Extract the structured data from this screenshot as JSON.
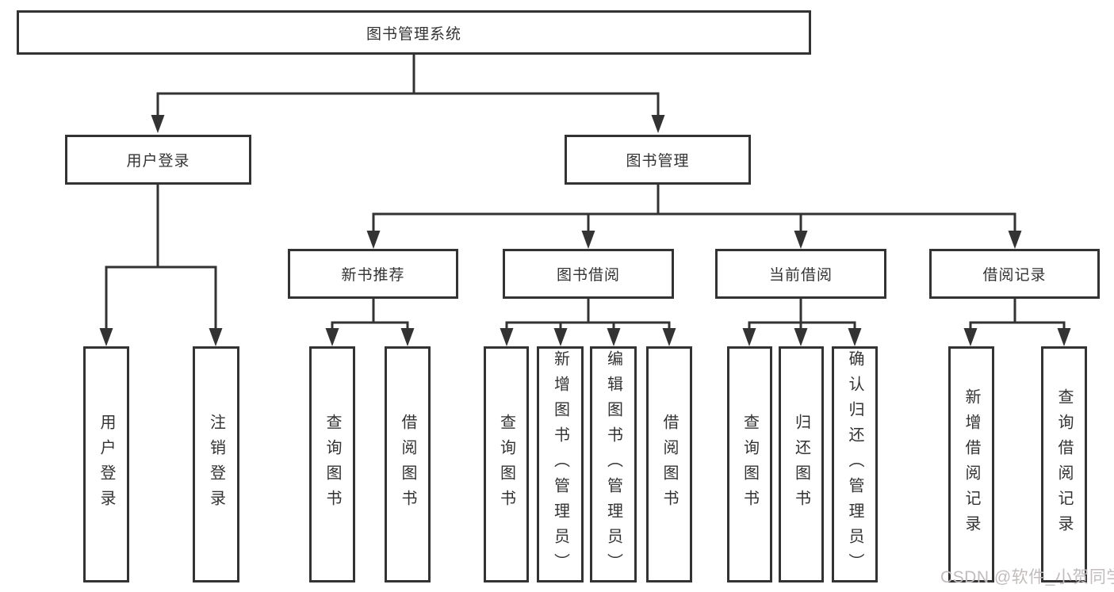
{
  "diagram": {
    "root": "图书管理系统",
    "branches": [
      {
        "label": "用户登录",
        "children": [
          "用户登录",
          "注销登录"
        ]
      },
      {
        "label": "图书管理",
        "children": [
          {
            "label": "新书推荐",
            "children": [
              "查询图书",
              "借阅图书"
            ]
          },
          {
            "label": "图书借阅",
            "children": [
              "查询图书",
              "新增图书（管理员）",
              "编辑图书（管理员）",
              "借阅图书"
            ]
          },
          {
            "label": "当前借阅",
            "children": [
              "查询图书",
              "归还图书",
              "确认归还（管理员）"
            ]
          },
          {
            "label": "借阅记录",
            "children": [
              "新增借阅记录",
              "查询借阅记录"
            ]
          }
        ]
      }
    ],
    "line_color": "#333333",
    "watermark": "CSDN @软件_小贺同学"
  }
}
